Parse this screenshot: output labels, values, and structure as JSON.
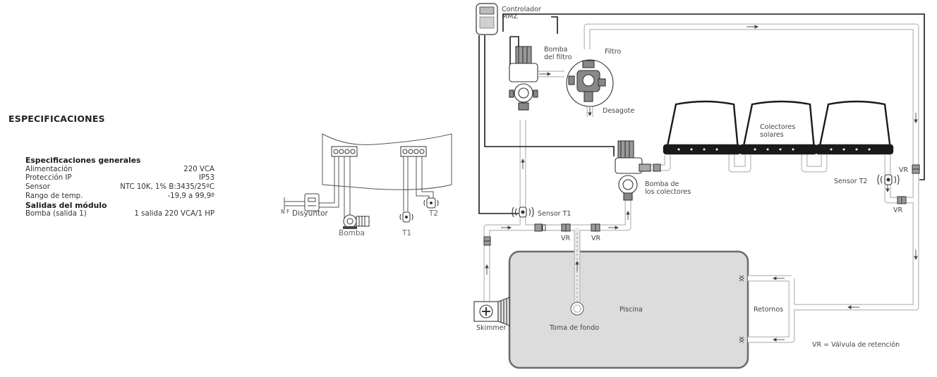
{
  "specs": {
    "title": "ESPECIFICACIONES",
    "sections": [
      {
        "heading": "Especificaciones generales",
        "rows": [
          {
            "label": "Alimentación",
            "value": "220 VCA"
          },
          {
            "label": "Protección IP",
            "value": "IP53"
          },
          {
            "label": "Sensor",
            "value": "NTC 10K, 1% B:3435/25ºC"
          },
          {
            "label": "Rango de temp.",
            "value": "-19,9 a 99,9º"
          }
        ]
      },
      {
        "heading": "Salidas del módulo",
        "rows": [
          {
            "label": "Bomba (salida 1)",
            "value": "1 salida 220 VCA/1 HP"
          }
        ]
      }
    ]
  },
  "wiring": {
    "supply": "N F",
    "breaker": "Disyuntor",
    "pump": "Bomba",
    "sensor1": "T1",
    "sensor2": "T2"
  },
  "hydraulic": {
    "controller_line1": "Controlador",
    "controller_line2": "MMZ",
    "filter_pump_line1": "Bomba",
    "filter_pump_line2": "del filtro",
    "filter": "Filtro",
    "drain": "Desagote",
    "collectors_line1": "Colectores",
    "collectors_line2": "solares",
    "collector_pump_line1": "Bomba de",
    "collector_pump_line2": "los colectores",
    "sensor_t1": "Sensor T1",
    "sensor_t2": "Sensor T2",
    "vr": "VR",
    "pool": "Piscina",
    "skimmer": "Skimmer",
    "main_drain": "Toma de fondo",
    "returns": "Retornos",
    "legend": "VR = Válvula de retención"
  },
  "colors": {
    "pipe_fill": "#ffffff",
    "pipe_stroke": "#b8b8b8",
    "pool_fill": "#dcdcdc",
    "pool_stroke": "#6a6a6a",
    "cable": "#1a1a1a",
    "text": "#444444"
  }
}
